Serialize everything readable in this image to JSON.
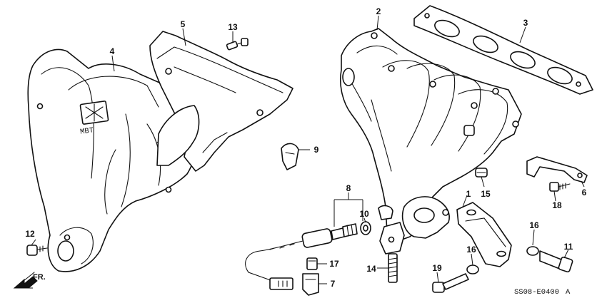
{
  "diagram": {
    "callouts": [
      {
        "id": "c1",
        "label": "1"
      },
      {
        "id": "c2",
        "label": "2"
      },
      {
        "id": "c3",
        "label": "3"
      },
      {
        "id": "c4",
        "label": "4"
      },
      {
        "id": "c5",
        "label": "5"
      },
      {
        "id": "c6",
        "label": "6"
      },
      {
        "id": "c7",
        "label": "7"
      },
      {
        "id": "c8",
        "label": "8"
      },
      {
        "id": "c9",
        "label": "9"
      },
      {
        "id": "c10",
        "label": "10"
      },
      {
        "id": "c11",
        "label": "11"
      },
      {
        "id": "c12",
        "label": "12"
      },
      {
        "id": "c13",
        "label": "13"
      },
      {
        "id": "c14",
        "label": "14"
      },
      {
        "id": "c15",
        "label": "15"
      },
      {
        "id": "c16a",
        "label": "16"
      },
      {
        "id": "c16b",
        "label": "16"
      },
      {
        "id": "c17",
        "label": "17"
      },
      {
        "id": "c18",
        "label": "18"
      },
      {
        "id": "c19",
        "label": "19"
      }
    ],
    "direction_label": "FR.",
    "drawing_code": "SS08-E0400",
    "revision": "A"
  }
}
